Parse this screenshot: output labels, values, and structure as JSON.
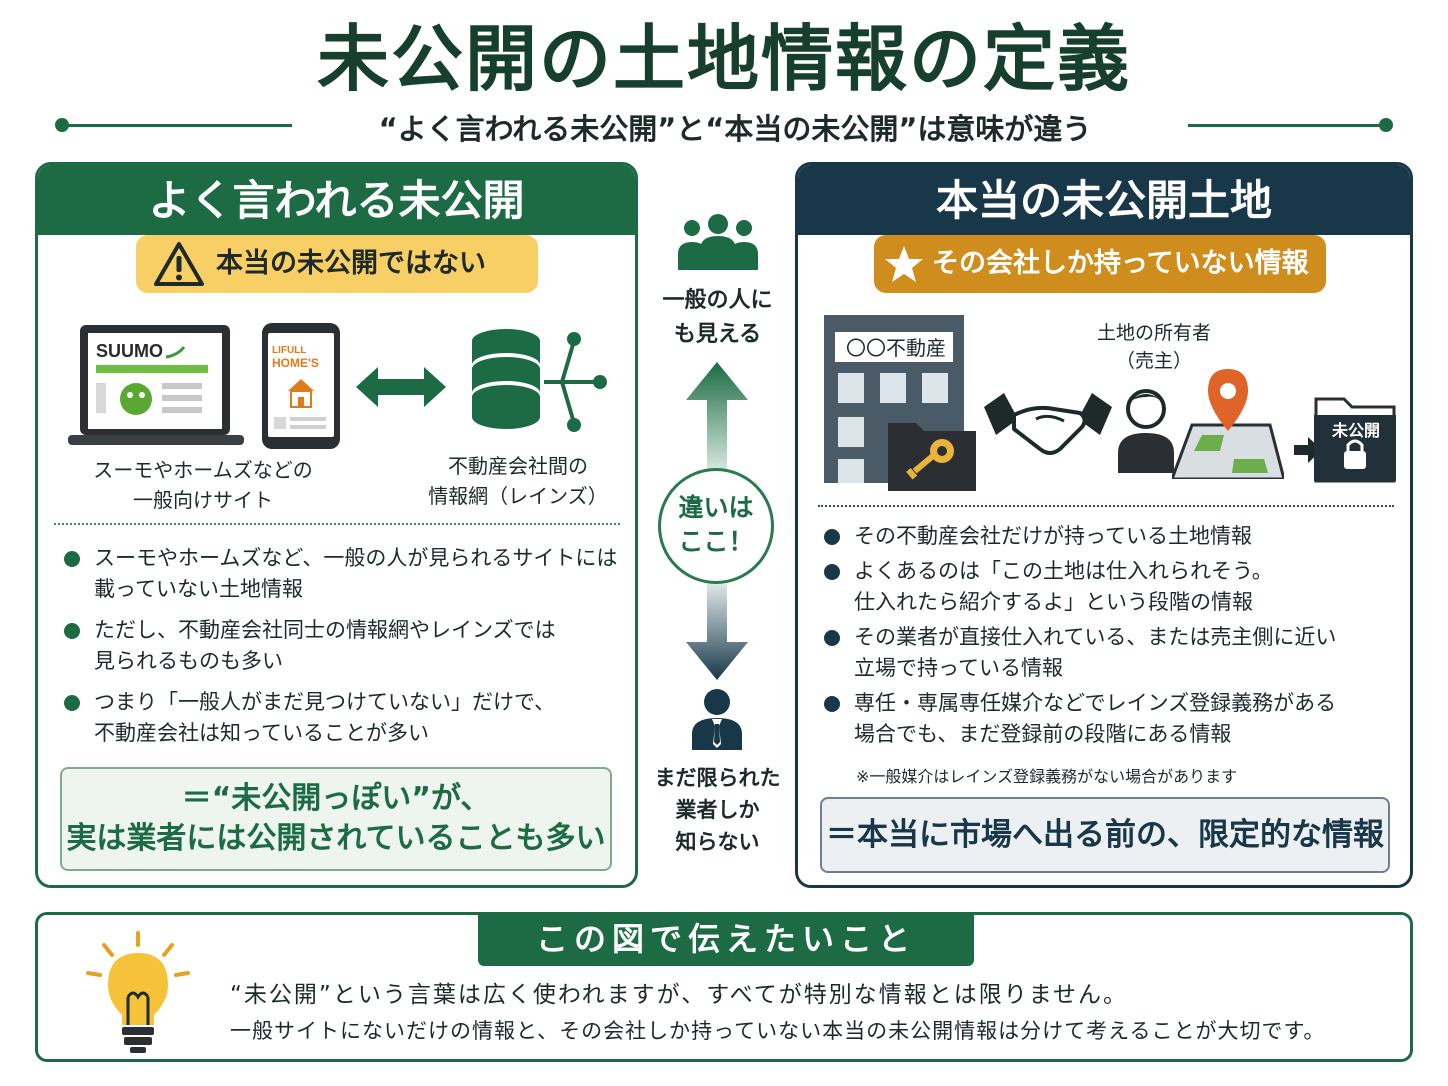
{
  "title": "未公開の土地情報の定義",
  "subtitle": "“よく言われる未公開”と“本当の未公開”は意味が違う",
  "left_panel": {
    "header": "よく言われる未公開",
    "badge": "本当の未公開ではない",
    "site_brands": {
      "suumo": "SUUMO",
      "lifull_line1": "LIFULL",
      "lifull_line2": "HOME'S"
    },
    "caption_sites": [
      "スーモやホームズなどの",
      "一般向けサイト"
    ],
    "caption_network": [
      "不動産会社間の",
      "情報網（レインズ）"
    ],
    "bullets": [
      [
        "スーモやホームズなど、一般の人が見られるサイトには",
        "載っていない土地情報"
      ],
      [
        "ただし、不動産会社同士の情報網やレインズでは",
        "見られるものも多い"
      ],
      [
        "つまり「一般人がまだ見つけていない」だけで、",
        "不動産会社は知っていることが多い"
      ]
    ],
    "conclusion": [
      "＝“未公開っぽい”が、",
      "実は業者には公開されていることも多い"
    ]
  },
  "center": {
    "top_text": [
      "一般の人に",
      "も見える"
    ],
    "circle_text": [
      "違いは",
      "ここ！"
    ],
    "bottom_text": [
      "まだ限られた",
      "業者しか",
      "知らない"
    ]
  },
  "right_panel": {
    "header": "本当の未公開土地",
    "badge": "その会社しか持っていない情報",
    "building_sign": "〇〇不動産",
    "owner_label": [
      "土地の所有者",
      "（売主）"
    ],
    "folder_label": "未公開",
    "bullets": [
      [
        "その不動産会社だけが持っている土地情報"
      ],
      [
        "よくあるのは「この土地は仕入れられそう。",
        "仕入れたら紹介するよ」という段階の情報"
      ],
      [
        "その業者が直接仕入れている、または売主側に近い",
        "立場で持っている情報"
      ],
      [
        "専任・専属専任媒介などでレインズ登録義務がある",
        "場合でも、まだ登録前の段階にある情報"
      ]
    ],
    "note": "※一般媒介はレインズ登録義務がない場合があります",
    "conclusion": "＝本当に市場へ出る前の、限定的な情報"
  },
  "bottom": {
    "header": "この図で伝えたいこと",
    "line1": "“未公開”という言葉は広く使われますが、すべてが特別な情報とは限りません。",
    "line2": "一般サイトにないだけの情報と、その会社しか持っていない本当の未公開情報は分けて考えることが大切です。"
  },
  "colors": {
    "green": "#1c6b44",
    "navy": "#18384a",
    "yellow": "#f8cf65",
    "gold": "#cf8d1d"
  }
}
